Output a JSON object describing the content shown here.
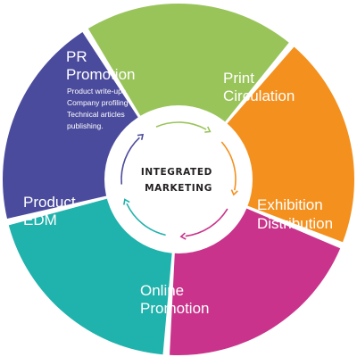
{
  "center": {
    "line1": "INTEGRATED",
    "line2": "MARKETING"
  },
  "segments": [
    {
      "title": [
        "PR",
        "Promotion"
      ],
      "details": [
        "Product write-ups",
        "Company profiling",
        "Technical articles",
        "publishing."
      ],
      "color": "#99c45a"
    },
    {
      "title": [
        "Print",
        "Circulation"
      ],
      "details": [],
      "color": "#f4901e"
    },
    {
      "title": [
        "Exhibition",
        "Distribution"
      ],
      "details": [],
      "color": "#c9338b"
    },
    {
      "title": [
        "Online",
        "Promotion"
      ],
      "details": [],
      "color": "#20b2ac"
    },
    {
      "title": [
        "Product",
        "EDM"
      ],
      "details": [],
      "color": "#4b4b9d"
    }
  ],
  "arrow_colors": [
    "#99c45a",
    "#f4901e",
    "#c9338b",
    "#20b2ac",
    "#4b4b9d"
  ],
  "center_fill": "#ffffff"
}
